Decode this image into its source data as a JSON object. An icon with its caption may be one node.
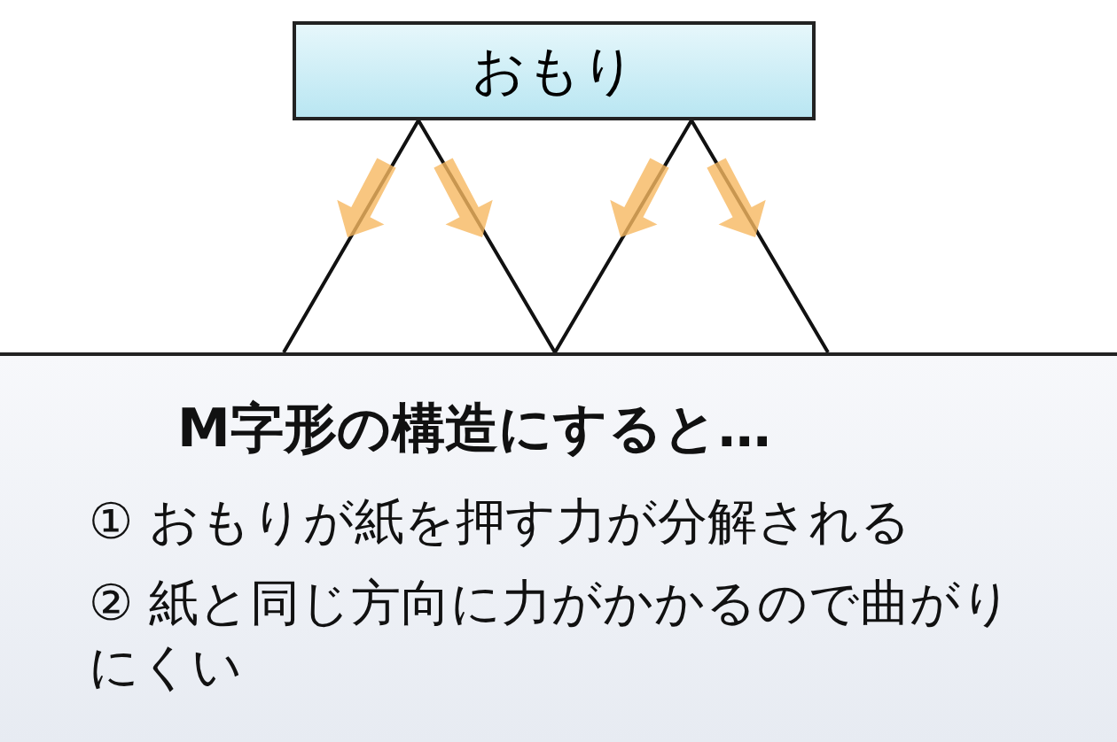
{
  "diagram": {
    "nodes": [
      {
        "text": [
          "おもり"
        ]
      },
      {
        "text": [
          "M字形の構造にすると…",
          "① おもりが紙を押す力が分解される",
          "② 紙と同じ方向に力がかかるので曲がりにくい"
        ]
      }
    ]
  }
}
